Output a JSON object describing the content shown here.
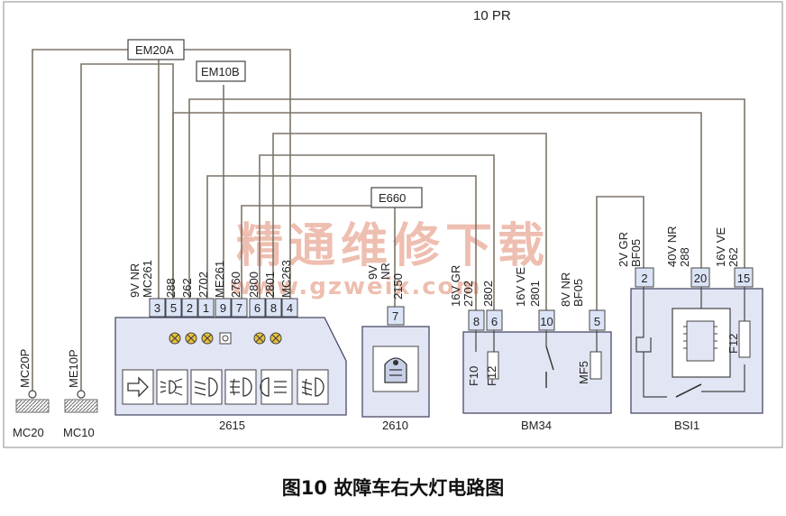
{
  "header": {
    "title": "10 PR"
  },
  "caption": "图10 故障车右大灯电路图",
  "watermark": {
    "main": "精通维修下载",
    "url": "www.gzweix.com"
  },
  "connectors": {
    "em20a": "EM20A",
    "em10b": "EM10B",
    "e660": "E660"
  },
  "grounds": [
    {
      "id": "mc20p",
      "label": "MC20P",
      "bottom": "MC20"
    },
    {
      "id": "me10p",
      "label": "ME10P",
      "bottom": "MC10"
    }
  ],
  "module_2615": {
    "label": "2615",
    "pins": [
      "3",
      "5",
      "2",
      "1",
      "9",
      "7",
      "6",
      "8",
      "4"
    ],
    "wires": [
      "9V NR",
      "MC261",
      "288",
      "262",
      "2702",
      "ME261",
      "2760",
      "2800",
      "2801",
      "MC263"
    ]
  },
  "module_2610": {
    "label": "2610",
    "pin": "7",
    "wires": [
      "9V",
      "NR",
      "2150"
    ]
  },
  "module_bm34": {
    "label": "BM34",
    "pins": [
      "8",
      "6",
      "10",
      "5"
    ],
    "wires": [
      "16V GR",
      "2702",
      "2802",
      "16V VE",
      "2801",
      "8V NR",
      "BF05"
    ],
    "fuses": [
      "F10",
      "F12",
      "MF5"
    ]
  },
  "module_bsi1": {
    "label": "BSI1",
    "pins": [
      "2",
      "20",
      "15"
    ],
    "wires": [
      "2V GR",
      "BF05",
      "40V NR",
      "288",
      "16V VE",
      "262"
    ],
    "fuses": [
      "F12"
    ]
  },
  "colors": {
    "wire": "#7d7468",
    "panel": "#e2e5f3",
    "pin": "#dbe3f6",
    "lamp": "#e8c13a",
    "watermark": "#e8a38f"
  }
}
